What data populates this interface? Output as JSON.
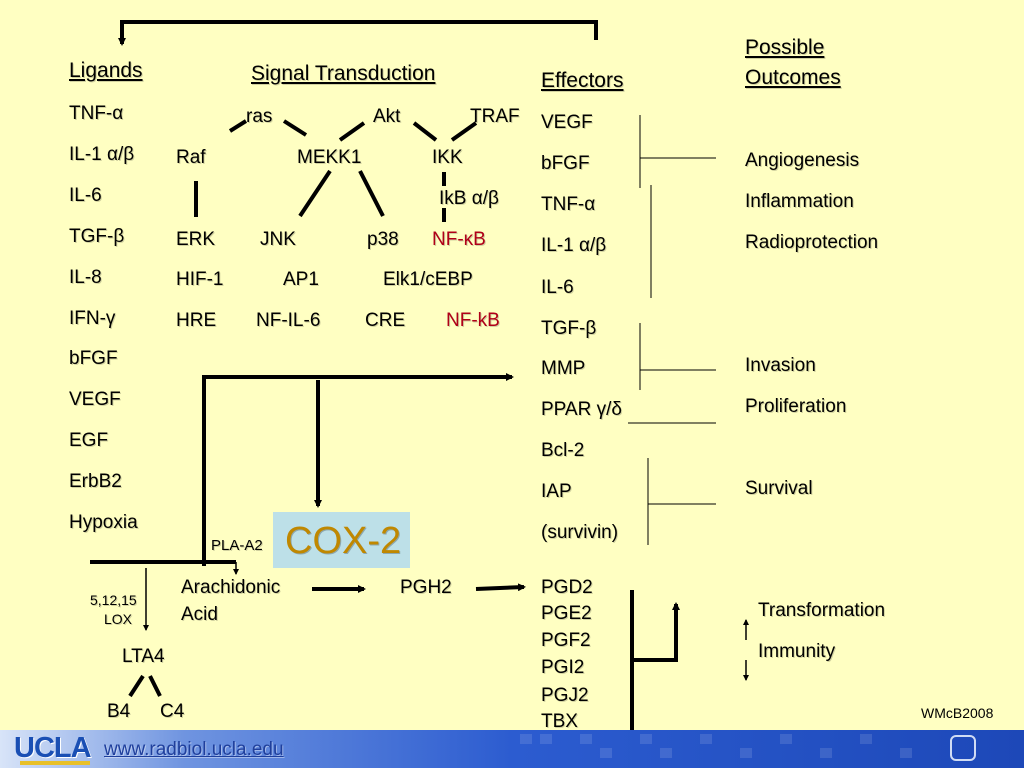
{
  "ligands": {
    "heading": "Ligands",
    "items": [
      "TNF-α",
      "IL-1 α/β",
      "IL-6",
      "TGF-β",
      "IL-8",
      "IFN-γ",
      "bFGF",
      "VEGF",
      "EGF",
      "ErbB2",
      "Hypoxia"
    ]
  },
  "signal": {
    "heading": "Signal Transduction",
    "ras": "ras",
    "akt": "Akt",
    "traf": "TRAF",
    "raf": "Raf",
    "mekk1": "MEKK1",
    "ikk": "IKK",
    "ikb": "IkB α/β",
    "erk": "ERK",
    "jnk": "JNK",
    "p38": "p38",
    "nfkb1": "NF-κB",
    "hif1": "HIF-1",
    "ap1": "AP1",
    "elk1": "Elk1/cEBP",
    "hre": "HRE",
    "nfil6": "NF-IL-6",
    "cre": "CRE",
    "nfkb2": "NF-kB"
  },
  "effectors": {
    "heading": "Effectors",
    "items": [
      "VEGF",
      "bFGF",
      "TNF-α",
      "IL-1 α/β",
      "IL-6",
      "TGF-β",
      "MMP",
      "PPAR γ/δ",
      "Bcl-2",
      "IAP",
      "(survivin)"
    ]
  },
  "outcomes": {
    "heading_line1": "Possible",
    "heading_line2": "Outcomes",
    "items": [
      "Angiogenesis",
      "Inflammation",
      "Radioprotection",
      "Invasion",
      "Proliferation",
      "Survival"
    ]
  },
  "cox": {
    "label": "COX-2",
    "pla": "PLA-A2",
    "arachidonic_line1": "Arachidonic",
    "arachidonic_line2": "Acid",
    "pgh2": "PGH2",
    "lox_line1": "5,12,15",
    "lox_line2": "LOX",
    "lta4": "LTA4",
    "b4": "B4",
    "c4": "C4",
    "prostanoids": [
      "PGD2",
      "PGE2",
      "PGF2",
      "PGI2",
      "PGJ2",
      "TBX"
    ],
    "transformation": "Transformation",
    "immunity": "Immunity"
  },
  "credit": "WMcB2008",
  "footer": {
    "logo": "UCLA",
    "url": "www.radbiol.ucla.edu"
  }
}
